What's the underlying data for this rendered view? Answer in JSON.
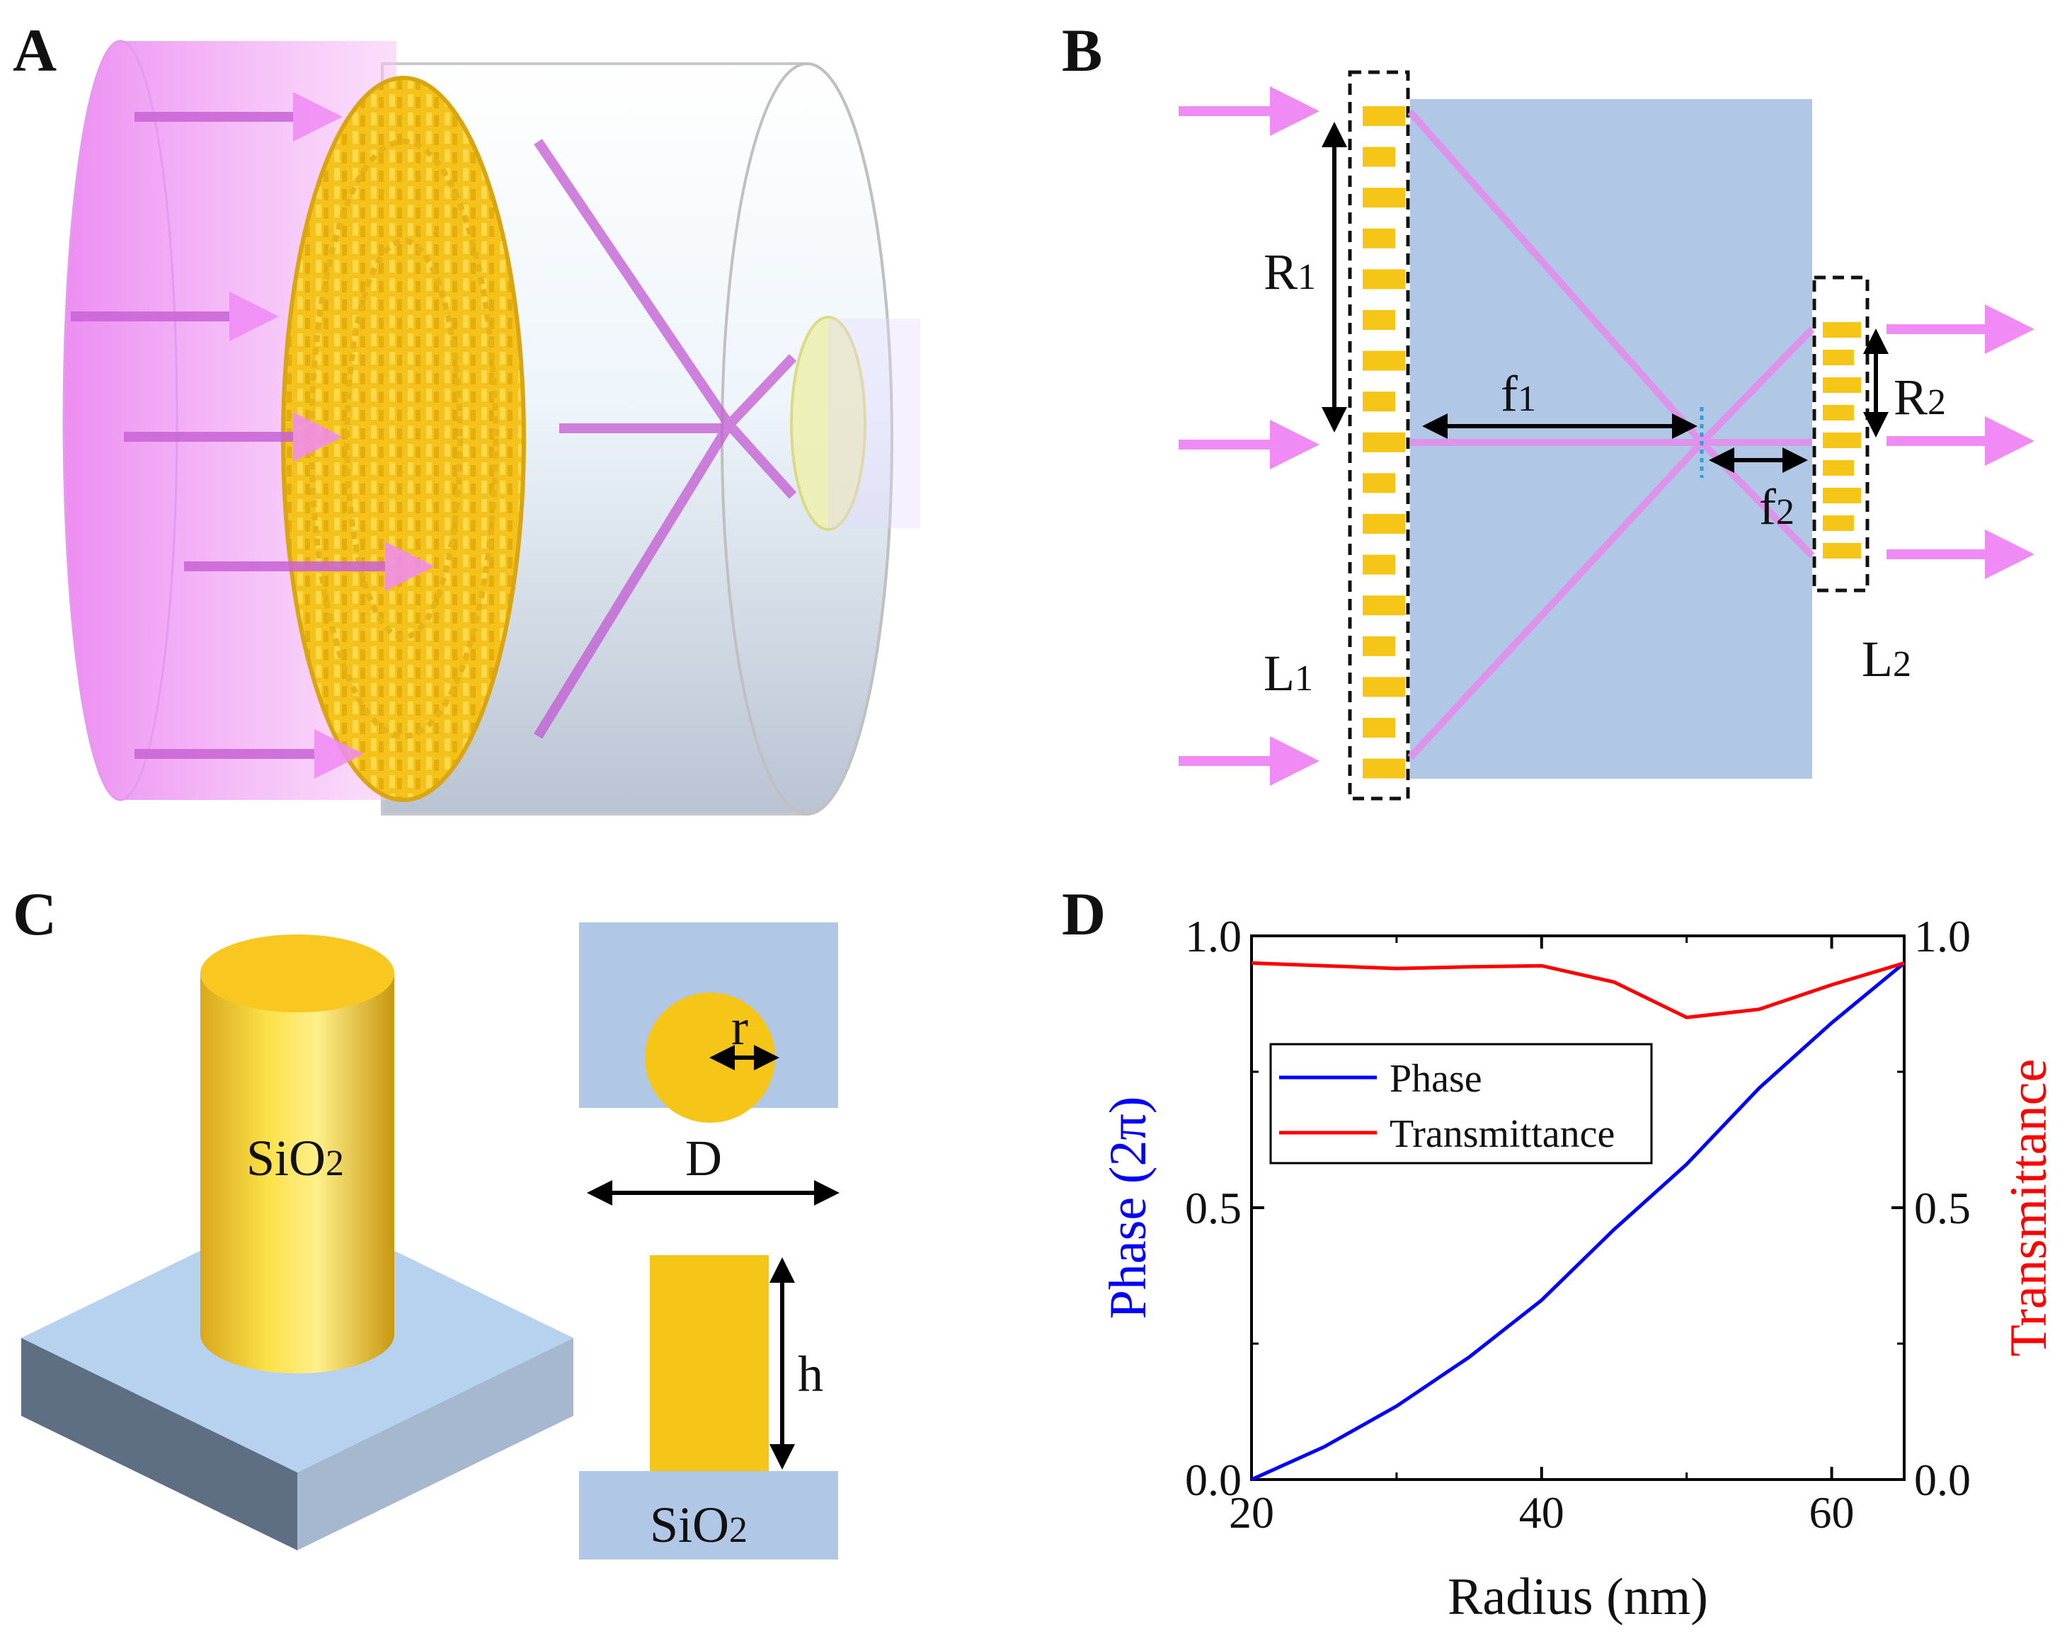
{
  "panels": {
    "a": {
      "letter": "A"
    },
    "b": {
      "letter": "B",
      "labels": {
        "r1_main": "R",
        "r1_sub": "1",
        "f1_main": "f",
        "f1_sub": "1",
        "r2_main": "R",
        "r2_sub": "2",
        "f2_main": "f",
        "f2_sub": "2",
        "l1_main": "L",
        "l1_sub": "1",
        "l2_main": "L",
        "l2_sub": "2"
      }
    },
    "c": {
      "letter": "C",
      "labels": {
        "pillar_main": "SiO",
        "pillar_sub": "2",
        "r": "r",
        "d": "D",
        "h": "h",
        "substrate_main": "SiO",
        "substrate_sub": "2"
      }
    },
    "d": {
      "letter": "D"
    }
  },
  "colors": {
    "gold": "#F5C518",
    "substrate": "#B0C8E6",
    "beam": "#E27BE8",
    "phase": "#0000FF",
    "transmittance": "#FF0000"
  },
  "chart_data": {
    "type": "line",
    "xlabel": "Radius (nm)",
    "ylabel_left_main": "Phase (",
    "ylabel_left_unit": "2π",
    "ylabel_left_close": ")",
    "ylabel_right": "Transmittance",
    "xlim": [
      20,
      65
    ],
    "ylim_left": [
      0,
      1
    ],
    "ylim_right": [
      0,
      1
    ],
    "xticks": [
      "20",
      "40",
      "60"
    ],
    "yticks_left": [
      "0.0",
      "0.5",
      "1.0"
    ],
    "yticks_right": [
      "0.0",
      "0.5",
      "1.0"
    ],
    "legend_position": "upper-left",
    "series": [
      {
        "name": "Phase",
        "axis": "left",
        "x": [
          20,
          25,
          30,
          35,
          40,
          45,
          50,
          55,
          60,
          65
        ],
        "y": [
          0.0,
          0.06,
          0.135,
          0.225,
          0.33,
          0.46,
          0.58,
          0.72,
          0.84,
          0.95
        ]
      },
      {
        "name": "Transmittance",
        "axis": "right",
        "x": [
          20,
          25,
          30,
          35,
          40,
          45,
          50,
          55,
          60,
          65
        ],
        "y": [
          0.95,
          0.945,
          0.94,
          0.943,
          0.945,
          0.915,
          0.85,
          0.865,
          0.91,
          0.95
        ]
      }
    ]
  }
}
